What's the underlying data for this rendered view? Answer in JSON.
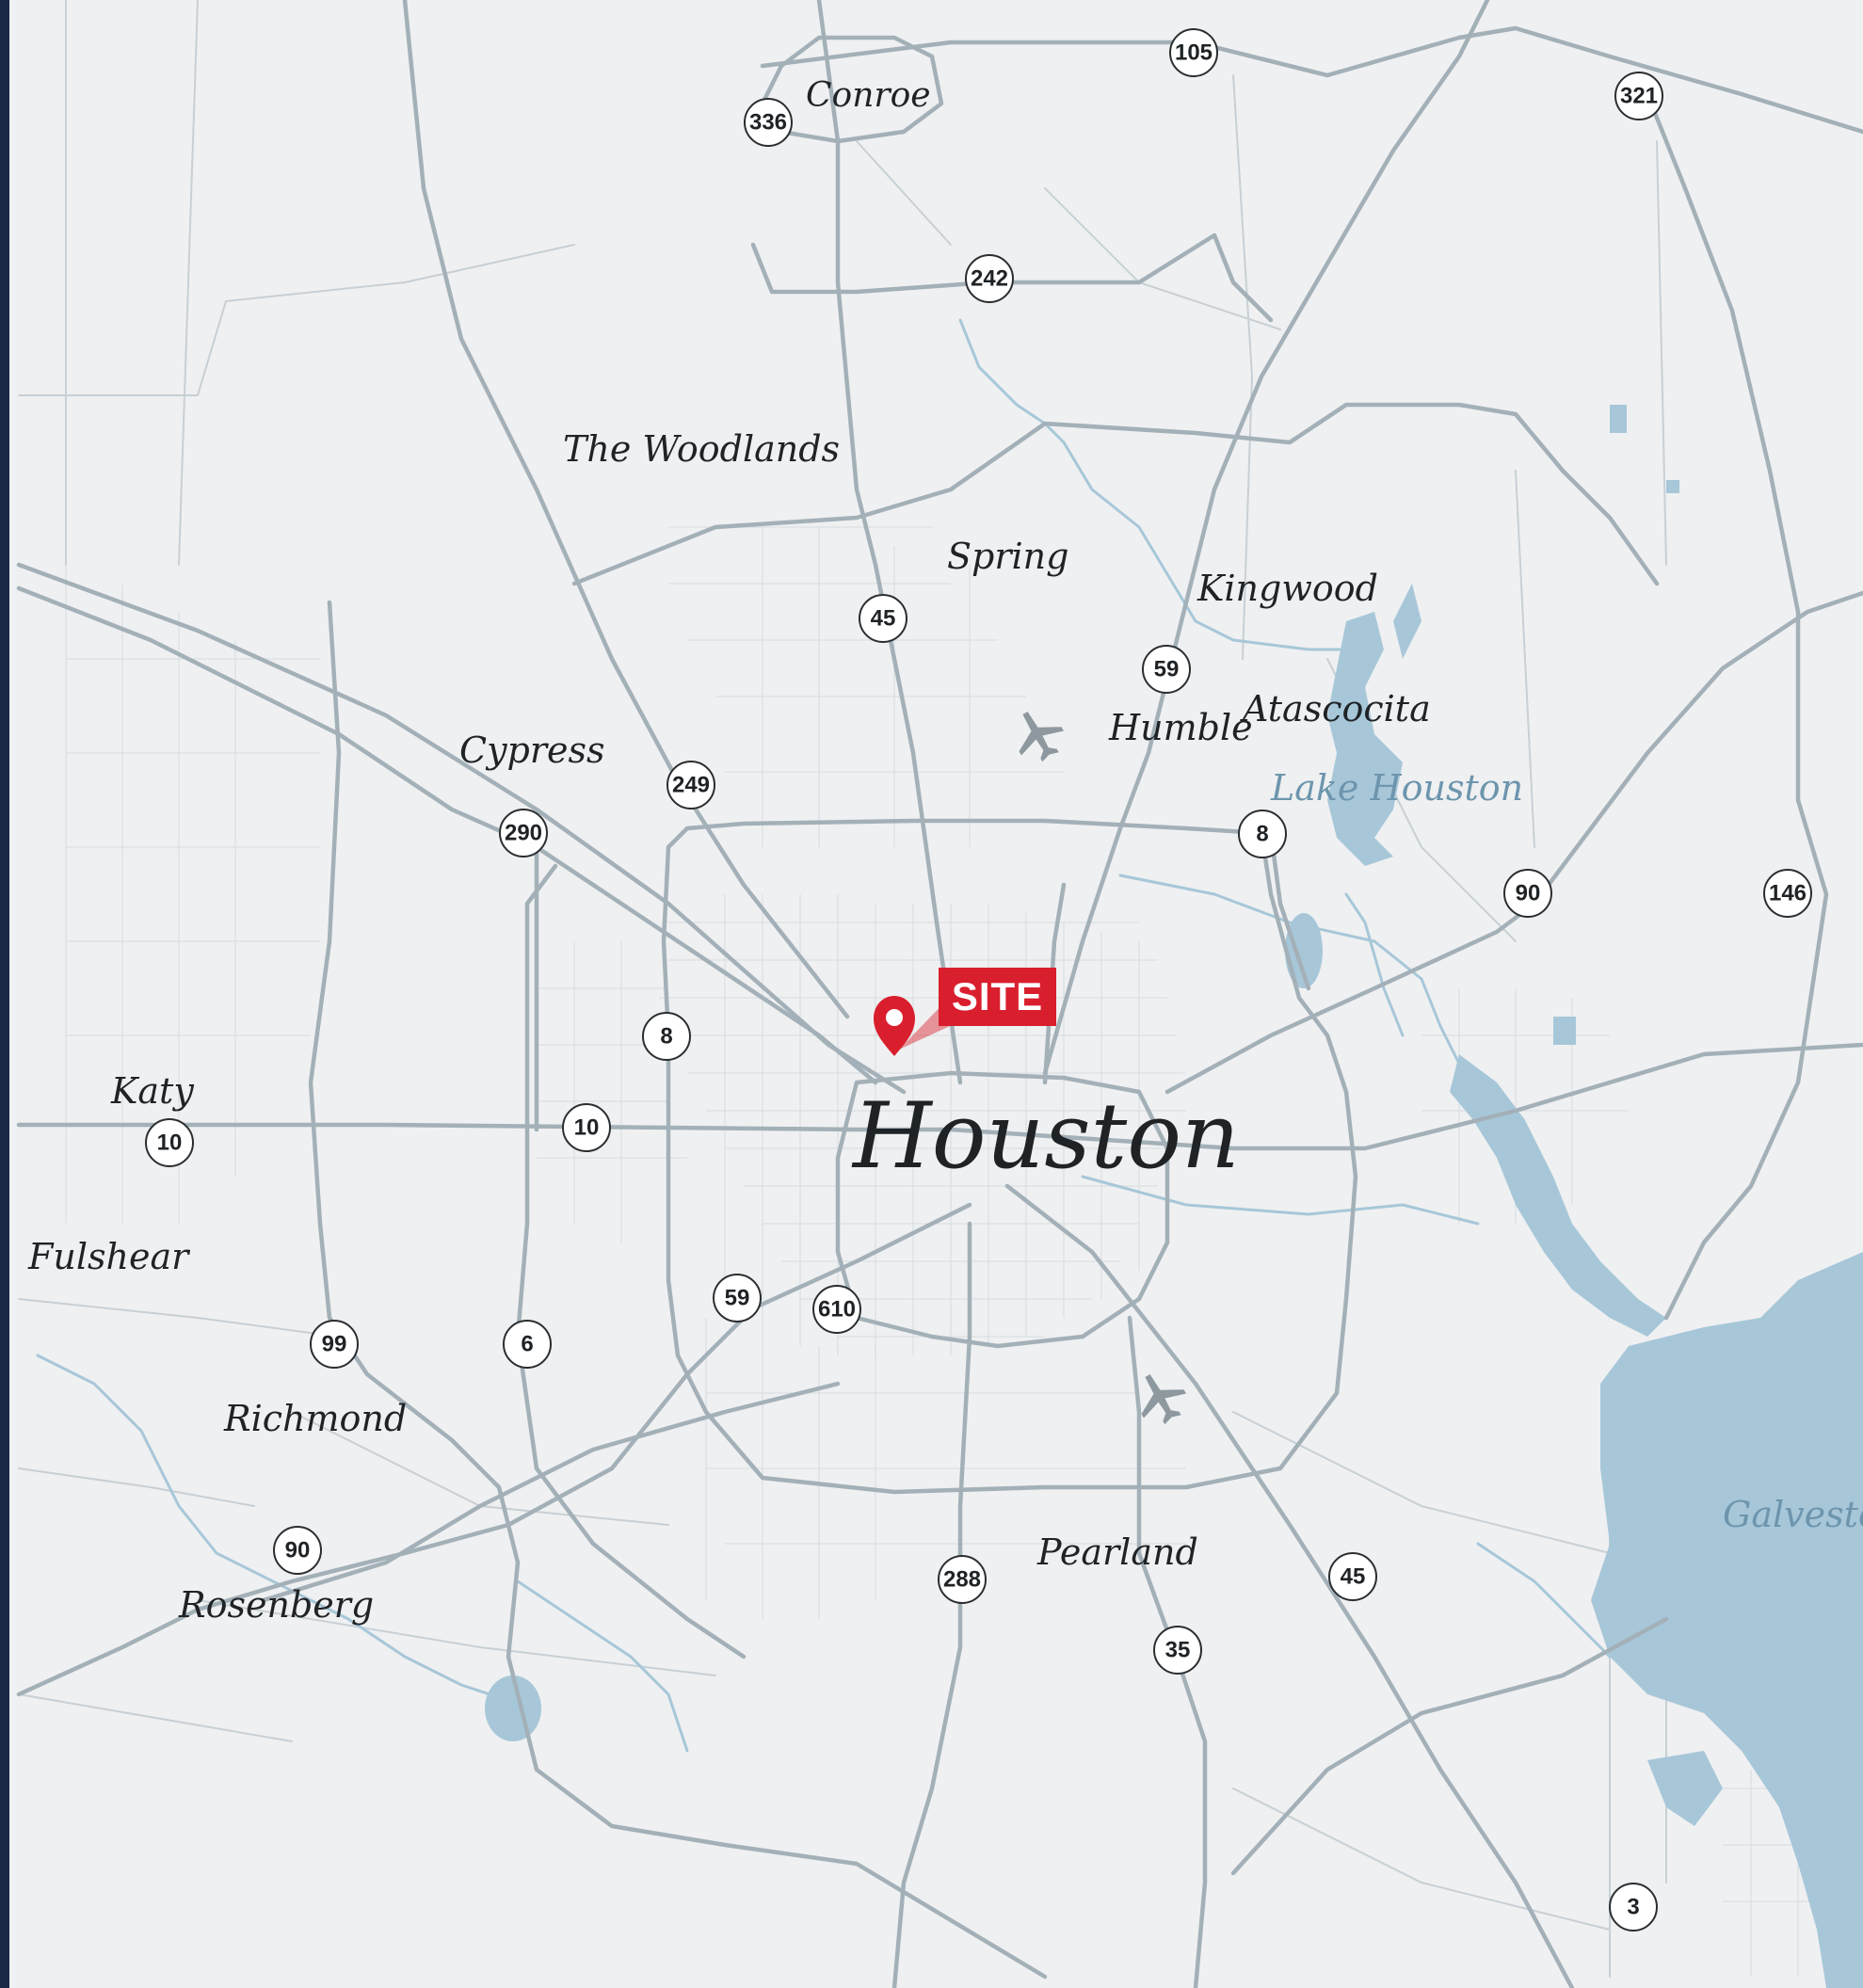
{
  "map": {
    "site_label": "SITE",
    "colors": {
      "background": "#eff0f1",
      "roads": "#a3b0b8",
      "water": "#a7c7d9",
      "site": "#d91f2e",
      "frame": "#1b2a44"
    },
    "cities": [
      {
        "id": "conroe",
        "label": "Conroe"
      },
      {
        "id": "the-woodlands",
        "label": "The Woodlands"
      },
      {
        "id": "spring",
        "label": "Spring"
      },
      {
        "id": "kingwood",
        "label": "Kingwood"
      },
      {
        "id": "humble",
        "label": "Humble"
      },
      {
        "id": "atascocita",
        "label": "Atascocita"
      },
      {
        "id": "cypress",
        "label": "Cypress"
      },
      {
        "id": "katy",
        "label": "Katy"
      },
      {
        "id": "fulshear",
        "label": "Fulshear"
      },
      {
        "id": "richmond",
        "label": "Richmond"
      },
      {
        "id": "rosenberg",
        "label": "Rosenberg"
      },
      {
        "id": "pearland",
        "label": "Pearland"
      },
      {
        "id": "houston",
        "label": "Houston"
      }
    ],
    "water_labels": [
      {
        "id": "lake-houston",
        "label": "Lake Houston"
      },
      {
        "id": "galveston",
        "label": "Galveston"
      }
    ],
    "highways": [
      "105",
      "336",
      "321",
      "242",
      "45",
      "59",
      "249",
      "290",
      "8",
      "90",
      "146",
      "10",
      "59",
      "610",
      "6",
      "99",
      "90",
      "288",
      "45",
      "35",
      "3",
      "8",
      "10"
    ],
    "airports": [
      "airport-icon",
      "airport-icon"
    ]
  }
}
